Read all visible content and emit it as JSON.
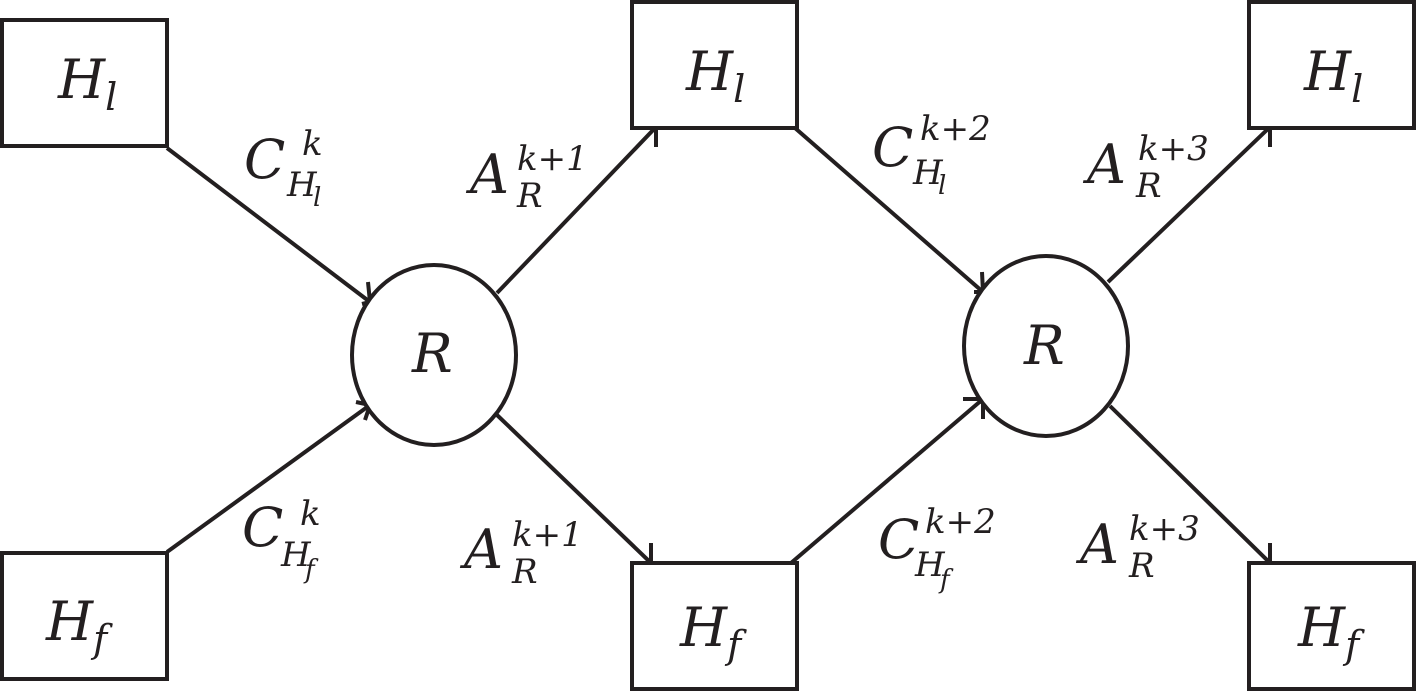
{
  "nodes": {
    "hl_1": {
      "main": "H",
      "sub": "l"
    },
    "hf_1": {
      "main": "H",
      "sub": "f"
    },
    "r_1": {
      "main": "R"
    },
    "hl_2": {
      "main": "H",
      "sub": "l"
    },
    "hf_2": {
      "main": "H",
      "sub": "f"
    },
    "r_2": {
      "main": "R"
    },
    "hl_3": {
      "main": "H",
      "sub": "l"
    },
    "hf_3": {
      "main": "H",
      "sub": "f"
    }
  },
  "edges": {
    "c_hl_k": {
      "main": "C",
      "sup": "k",
      "sub": "H",
      "subsub": "l"
    },
    "c_hf_k": {
      "main": "C",
      "sup": "k",
      "sub": "H",
      "subsub": "f"
    },
    "a_r_k1_up": {
      "main": "A",
      "sup": "k+1",
      "sub": "R"
    },
    "a_r_k1_down": {
      "main": "A",
      "sup": "k+1",
      "sub": "R"
    },
    "c_hl_k2": {
      "main": "C",
      "sup": "k+2",
      "sub": "H",
      "subsub": "l"
    },
    "c_hf_k2": {
      "main": "C",
      "sup": "k+2",
      "sub": "H",
      "subsub": "f"
    },
    "a_r_k3_up": {
      "main": "A",
      "sup": "k+3",
      "sub": "R"
    },
    "a_r_k3_down": {
      "main": "A",
      "sup": "k+3",
      "sub": "R"
    }
  }
}
